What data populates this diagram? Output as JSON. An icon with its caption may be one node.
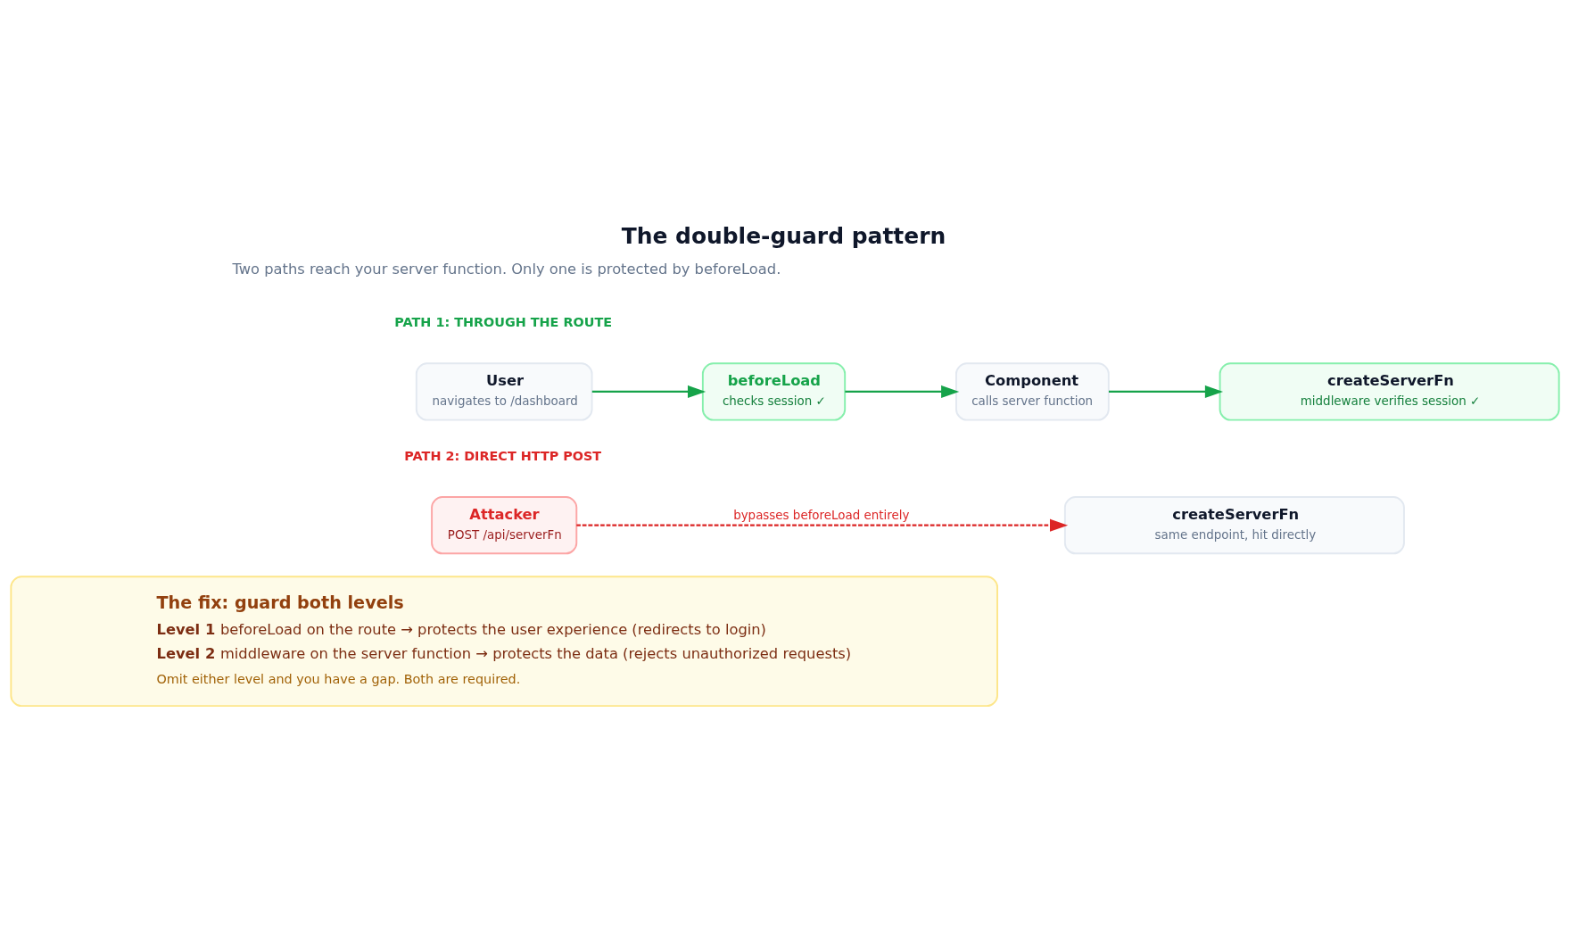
{
  "diagram": {
    "title": "The double-guard pattern",
    "nodes": [
      {
        "text": [
          "User",
          "navigates to /dashboard"
        ]
      },
      {
        "text": [
          "beforeLoad",
          "checks session ✓"
        ]
      },
      {
        "text": [
          "Component",
          "calls server function"
        ]
      },
      {
        "text": [
          "createServerFn",
          "middleware verifies session ✓"
        ]
      },
      {
        "text": [
          "Attacker",
          "POST /api/serverFn"
        ]
      },
      {
        "text": [
          "createServerFn",
          "same endpoint, hit directly"
        ]
      },
      {
        "text": [
          "The fix: guard both levels",
          "**Level 1**  beforeLoad on the route → protects the user experience (redirects to login)",
          "**Level 2**  middleware on the server function → protects the data (rejects unauthorized requests)",
          "Omit either level and you have a gap. Both are required."
        ]
      }
    ],
    "edges": [
      {
        "from": 0,
        "to": 1,
        "arrow": "to"
      },
      {
        "from": 1,
        "to": 2,
        "arrow": "to"
      },
      {
        "from": 2,
        "to": 3,
        "arrow": "to"
      },
      {
        "from": 4,
        "to": 5,
        "arrow": "to",
        "label": "bypasses beforeLoad entirely",
        "style": "dashed",
        "color": "#dc2626"
      }
    ],
    "labels": [
      "Two paths reach your server function. Only one is protected by beforeLoad.",
      "PATH 1: THROUGH THE ROUTE",
      "PATH 2: DIRECT HTTP POST"
    ]
  }
}
